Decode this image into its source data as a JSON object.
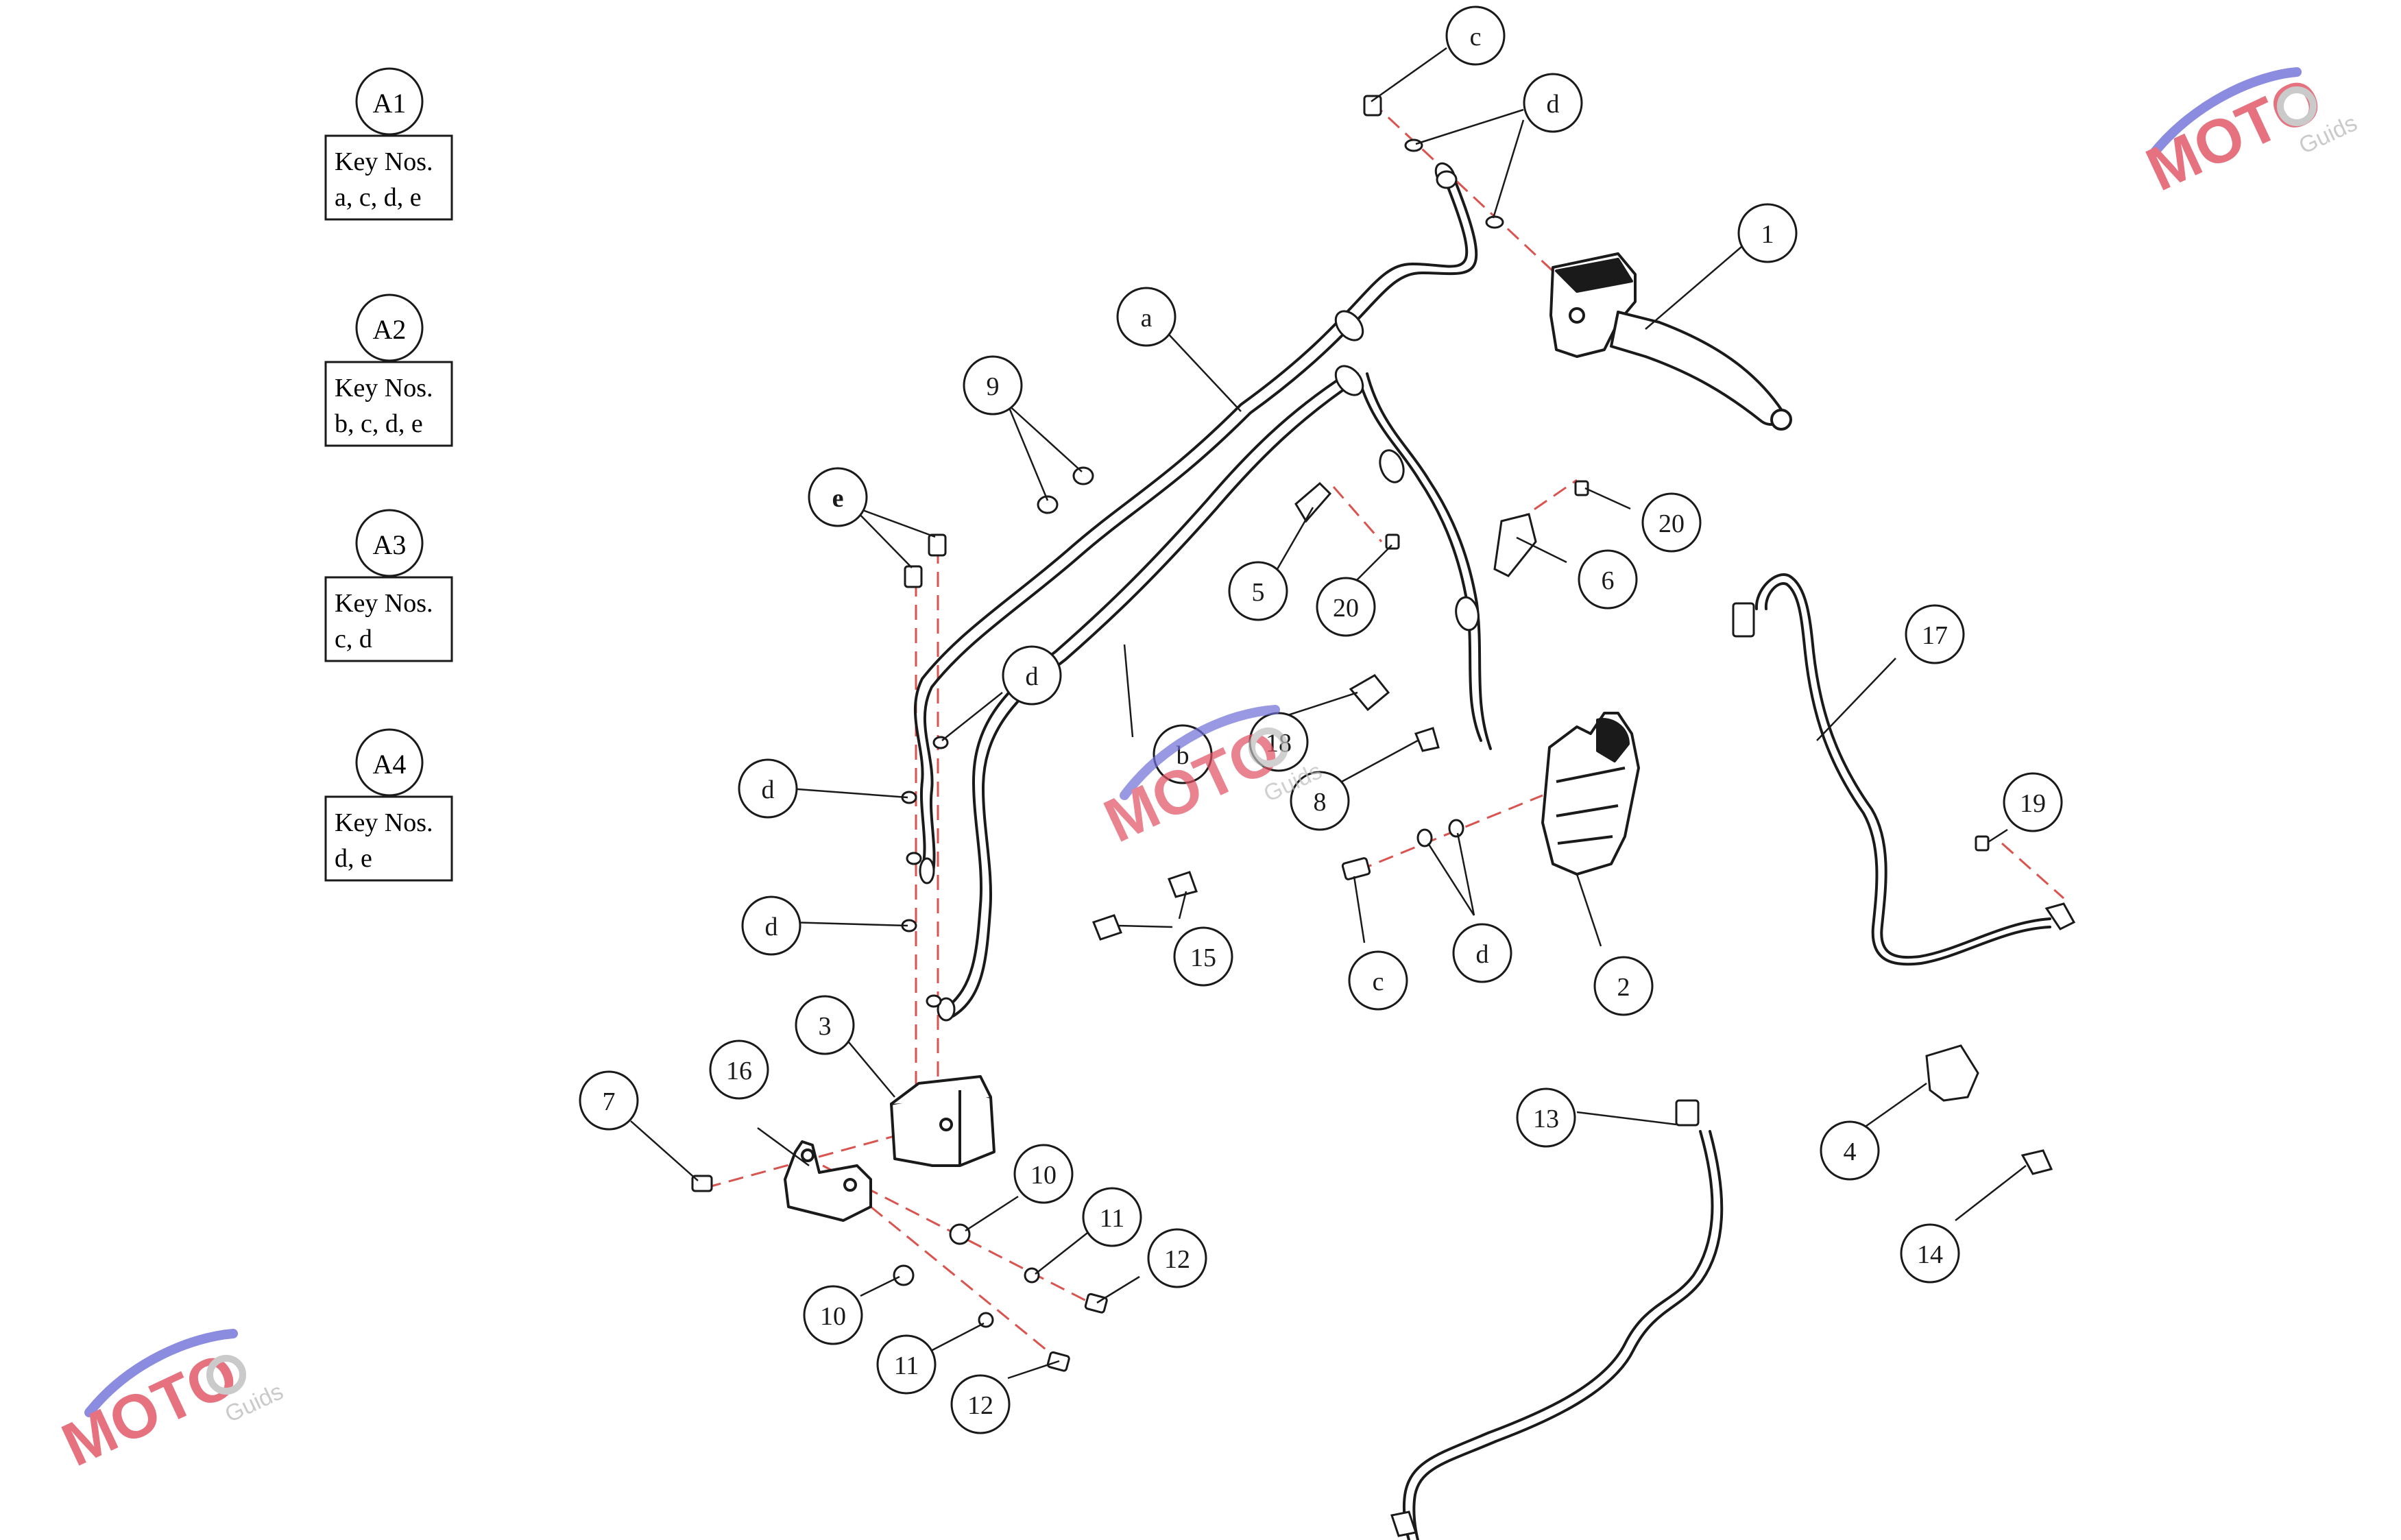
{
  "assembly_keys": [
    {
      "id": "A1",
      "heading": "Key Nos.",
      "keys": "a, c, d, e"
    },
    {
      "id": "A2",
      "heading": "Key Nos.",
      "keys": "b, c, d, e"
    },
    {
      "id": "A3",
      "heading": "Key Nos.",
      "keys": "c, d"
    },
    {
      "id": "A4",
      "heading": "Key Nos.",
      "keys": "d, e"
    }
  ],
  "callouts": {
    "c_top": "c",
    "d_top": "d",
    "n1": "1",
    "a": "a",
    "n9": "9",
    "e": "e",
    "n20_right": "20",
    "n5": "5",
    "n20_mid": "20",
    "n6": "6",
    "n17": "17",
    "d_left1": "d",
    "b": "b",
    "n18": "18",
    "n8": "8",
    "d_left2": "d",
    "n19": "19",
    "d_left3": "d",
    "n15": "15",
    "c_mid": "c",
    "d_mid": "d",
    "n2": "2",
    "n3": "3",
    "n16": "16",
    "n7": "7",
    "n13": "13",
    "n4": "4",
    "n10_a": "10",
    "n11_a": "11",
    "n12_a": "12",
    "n10_b": "10",
    "n11_b": "11",
    "n12_b": "12",
    "n14": "14"
  },
  "watermark": {
    "brand": "MOTO",
    "sub": "Guids"
  },
  "colors": {
    "line": "#1a1a1a",
    "dash": "#d9534f",
    "wm_blue": "#6f6fd8",
    "wm_red": "#e05060",
    "wm_gray": "#bdbdbd"
  }
}
